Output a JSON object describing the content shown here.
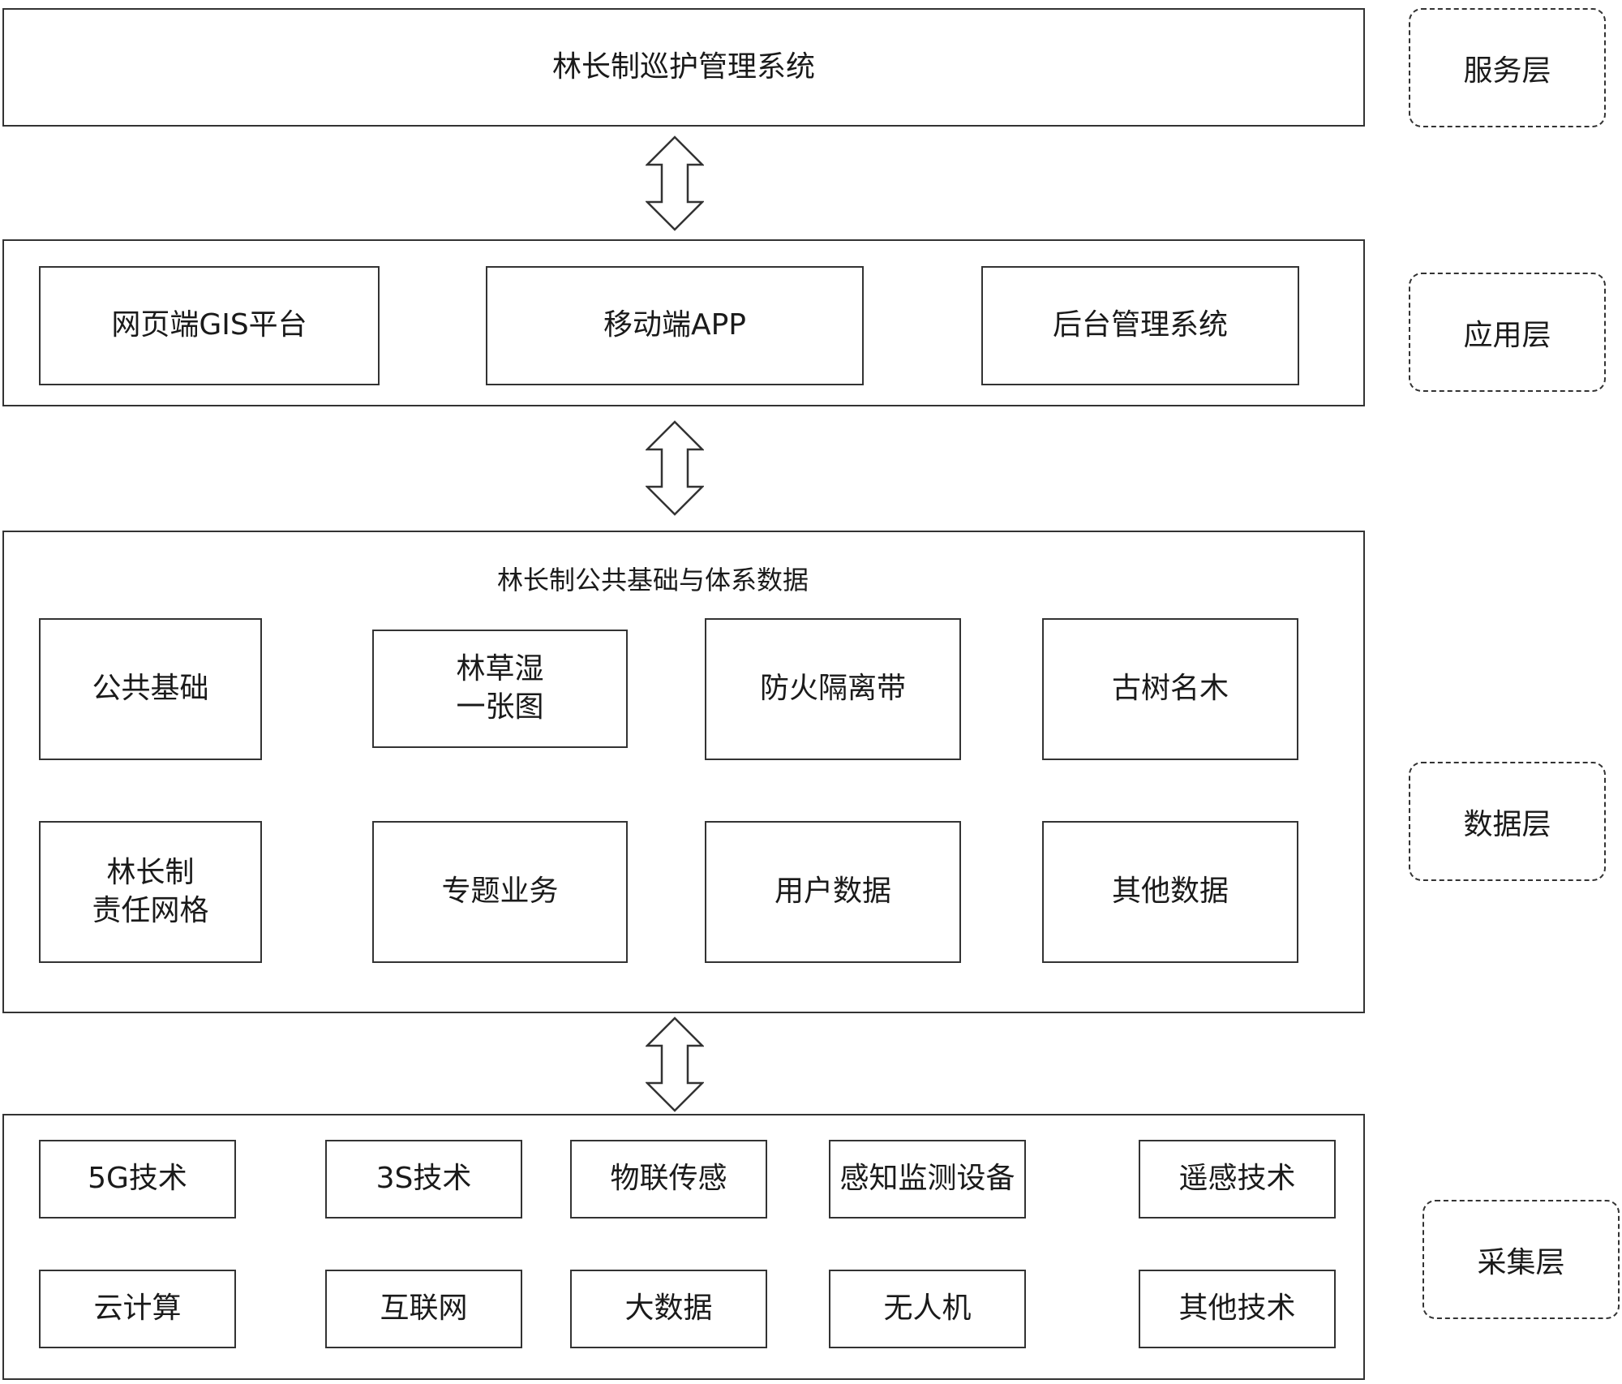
{
  "service_layer": {
    "system_title": "林长制巡护管理系统"
  },
  "application_layer": {
    "items": [
      "网页端GIS平台",
      "移动端APP",
      "后台管理系统"
    ]
  },
  "data_layer": {
    "title": "林长制公共基础与体系数据",
    "items": [
      {
        "lines": [
          "公共基础"
        ]
      },
      {
        "lines": [
          "林草湿",
          "一张图"
        ]
      },
      {
        "lines": [
          "防火隔离带"
        ]
      },
      {
        "lines": [
          "古树名木"
        ]
      },
      {
        "lines": [
          "林长制",
          "责任网格"
        ]
      },
      {
        "lines": [
          "专题业务"
        ]
      },
      {
        "lines": [
          "用户数据"
        ]
      },
      {
        "lines": [
          "其他数据"
        ]
      }
    ]
  },
  "collection_layer": {
    "items": [
      "5G技术",
      "3S技术",
      "物联传感",
      "感知监测设备",
      "遥感技术",
      "云计算",
      "互联网",
      "大数据",
      "无人机",
      "其他技术"
    ]
  },
  "layer_labels": [
    "服务层",
    "应用层",
    "数据层",
    "采集层"
  ]
}
